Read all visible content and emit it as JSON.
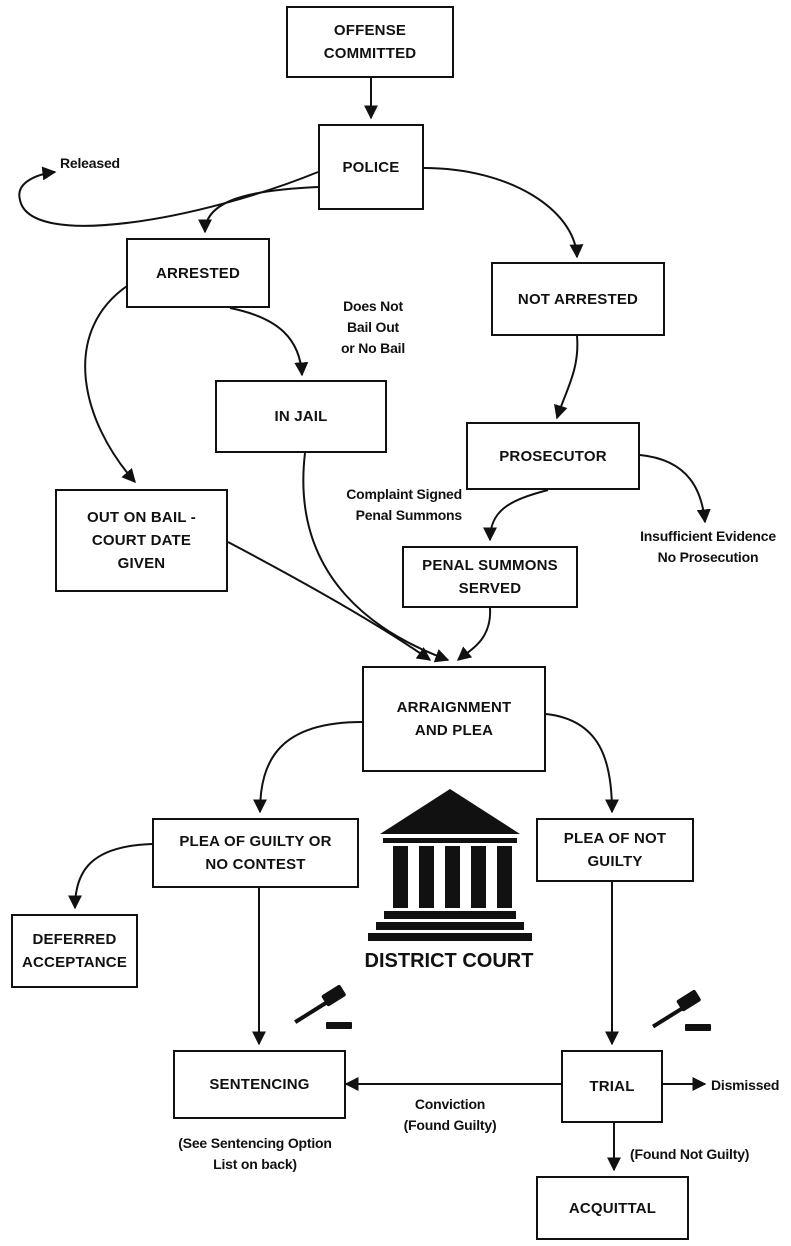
{
  "nodes": {
    "offense": "OFFENSE\nCOMMITTED",
    "police": "POLICE",
    "arrested": "ARRESTED",
    "not_arrested": "NOT ARRESTED",
    "in_jail": "IN JAIL",
    "prosecutor": "PROSECUTOR",
    "out_on_bail": "OUT ON BAIL -\nCOURT DATE\nGIVEN",
    "penal_summons": "PENAL SUMMONS\nSERVED",
    "arraignment": "ARRAIGNMENT\nAND PLEA",
    "plea_guilty": "PLEA OF GUILTY OR\nNO CONTEST",
    "plea_not_guilty": "PLEA OF NOT\nGUILTY",
    "deferred": "DEFERRED\nACCEPTANCE",
    "sentencing": "SENTENCING",
    "trial": "TRIAL",
    "acquittal": "ACQUITTAL"
  },
  "labels": {
    "released": "Released",
    "does_not_bail": "Does Not\nBail Out\nor No Bail",
    "complaint_signed": "Complaint Signed\nPenal Summons",
    "insufficient": "Insufficient Evidence\nNo Prosecution",
    "conviction": "Conviction\n(Found Guilty)",
    "see_sentencing": "(See Sentencing Option\nList on back)",
    "dismissed": "Dismissed",
    "found_not_guilty": "(Found Not Guilty)"
  },
  "court": {
    "title": "DISTRICT COURT",
    "icon": "courthouse-icon",
    "gavel_icon": "gavel-icon"
  },
  "colors": {
    "ink": "#111111",
    "background": "#ffffff"
  }
}
